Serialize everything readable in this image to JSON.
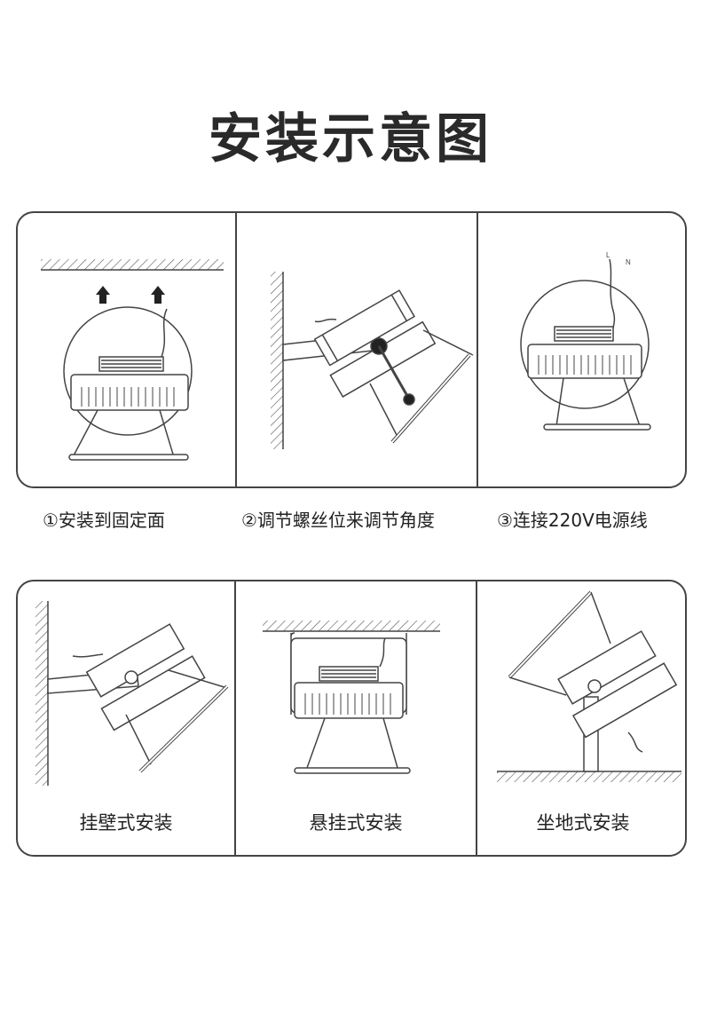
{
  "title": "安装示意图",
  "steps": [
    {
      "label": "①安装到固定面"
    },
    {
      "label": "②调节螺丝位来调节角度"
    },
    {
      "label": "③连接220V电源线"
    }
  ],
  "modes": [
    {
      "label": "挂壁式安装"
    },
    {
      "label": "悬挂式安装"
    },
    {
      "label": "坐地式安装"
    }
  ],
  "wire_labels": {
    "live": "L",
    "neutral": "N"
  },
  "colors": {
    "line": "#444444",
    "text": "#222222",
    "background": "#ffffff"
  }
}
